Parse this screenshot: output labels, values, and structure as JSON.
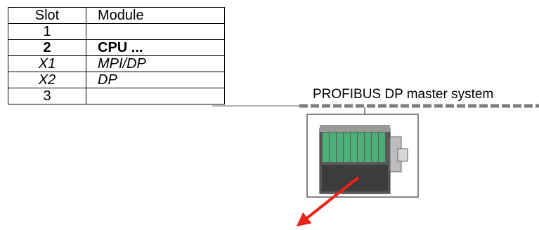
{
  "table": {
    "headers": {
      "slot": "Slot",
      "module": "Module"
    },
    "rows": [
      {
        "slot": "1",
        "module": ""
      },
      {
        "slot": "2",
        "module": "CPU ..."
      },
      {
        "slot": "X1",
        "module": "MPI/DP"
      },
      {
        "slot": "X2",
        "module": "DP"
      },
      {
        "slot": "3",
        "module": ""
      }
    ]
  },
  "bus": {
    "label": "PROFIBUS DP master system"
  },
  "colors": {
    "bus_dash": "#7d7d7d",
    "arrow": "#e8231a",
    "module_green": "#4caf78",
    "module_dark": "#3c3c3c"
  }
}
